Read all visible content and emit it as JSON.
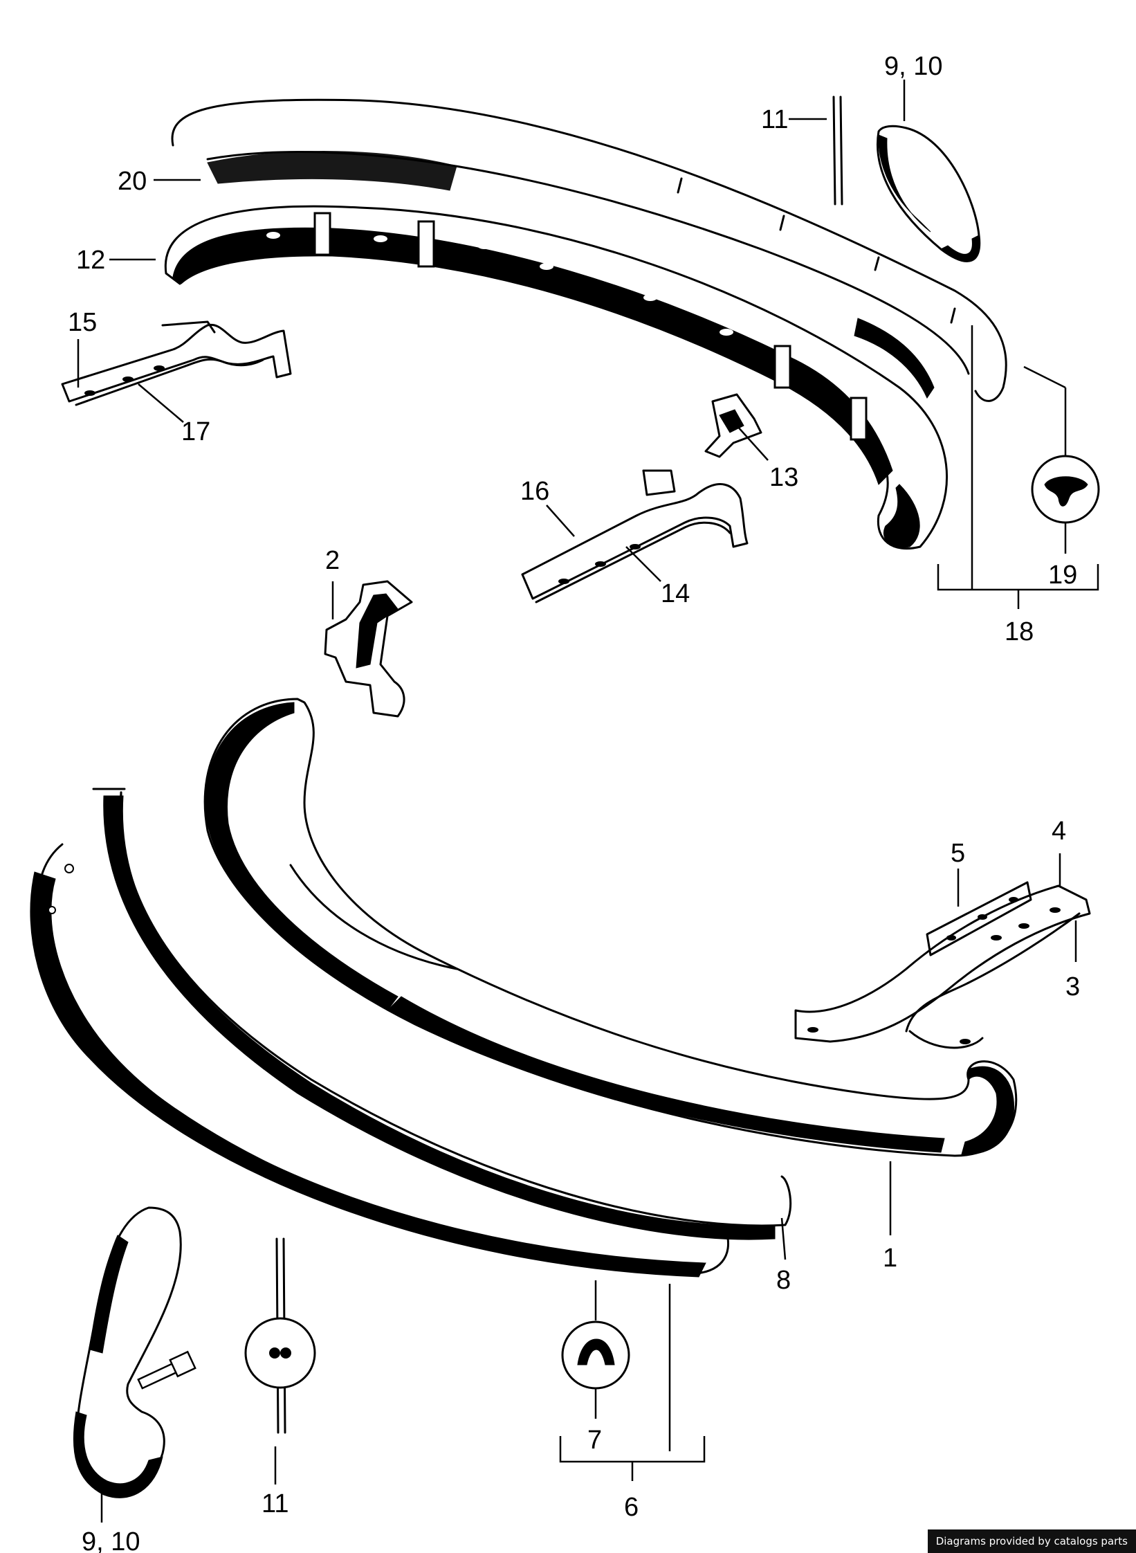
{
  "labels": {
    "p1": "1",
    "p2": "2",
    "p3": "3",
    "p4": "4",
    "p5": "5",
    "p6": "6",
    "p7": "7",
    "p8": "8",
    "p9_10_top": "9, 10",
    "p9_10_bottom": "9, 10",
    "p11_top": "11",
    "p11_bottom": "11",
    "p12": "12",
    "p13": "13",
    "p14": "14",
    "p15": "15",
    "p16": "16",
    "p17": "17",
    "p18": "18",
    "p19": "19",
    "p20": "20"
  },
  "credit": "Diagrams provided by catalogs parts"
}
